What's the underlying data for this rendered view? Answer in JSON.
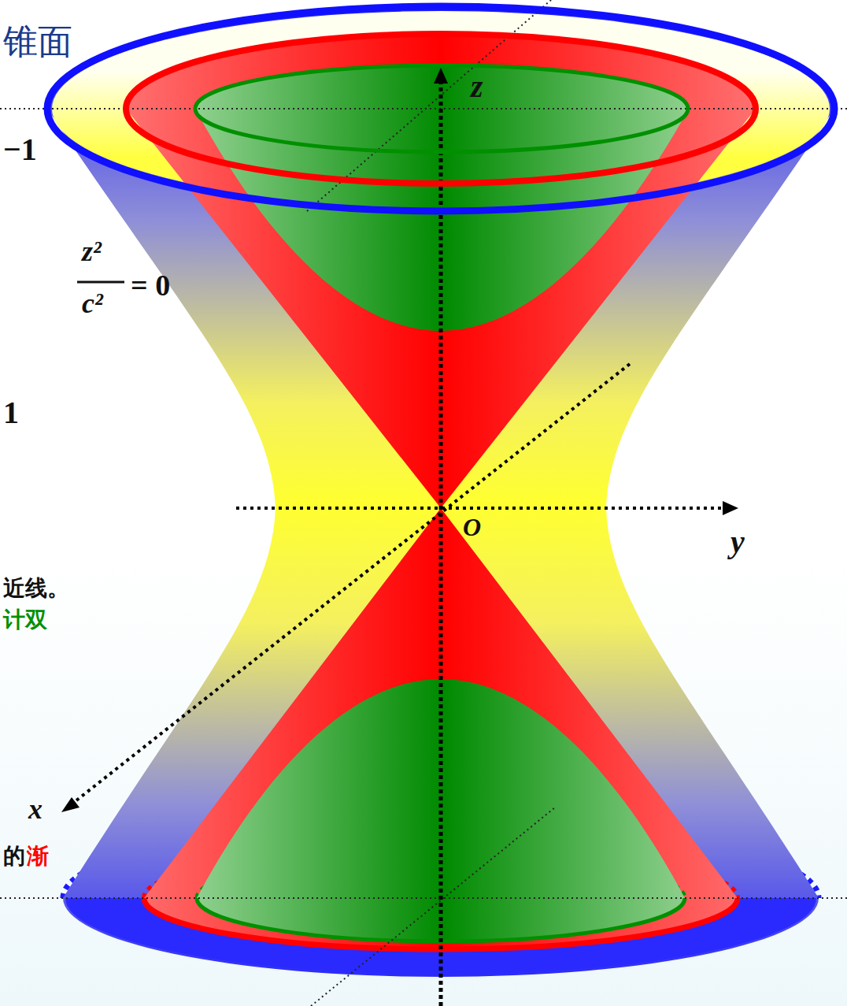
{
  "diagram": {
    "labels": [
      "锥面",
      "−1",
      "z²",
      "c²",
      "= 0",
      "1",
      "近线。",
      "计双",
      "z",
      "O",
      "y",
      "x",
      "的",
      "渐"
    ]
  }
}
